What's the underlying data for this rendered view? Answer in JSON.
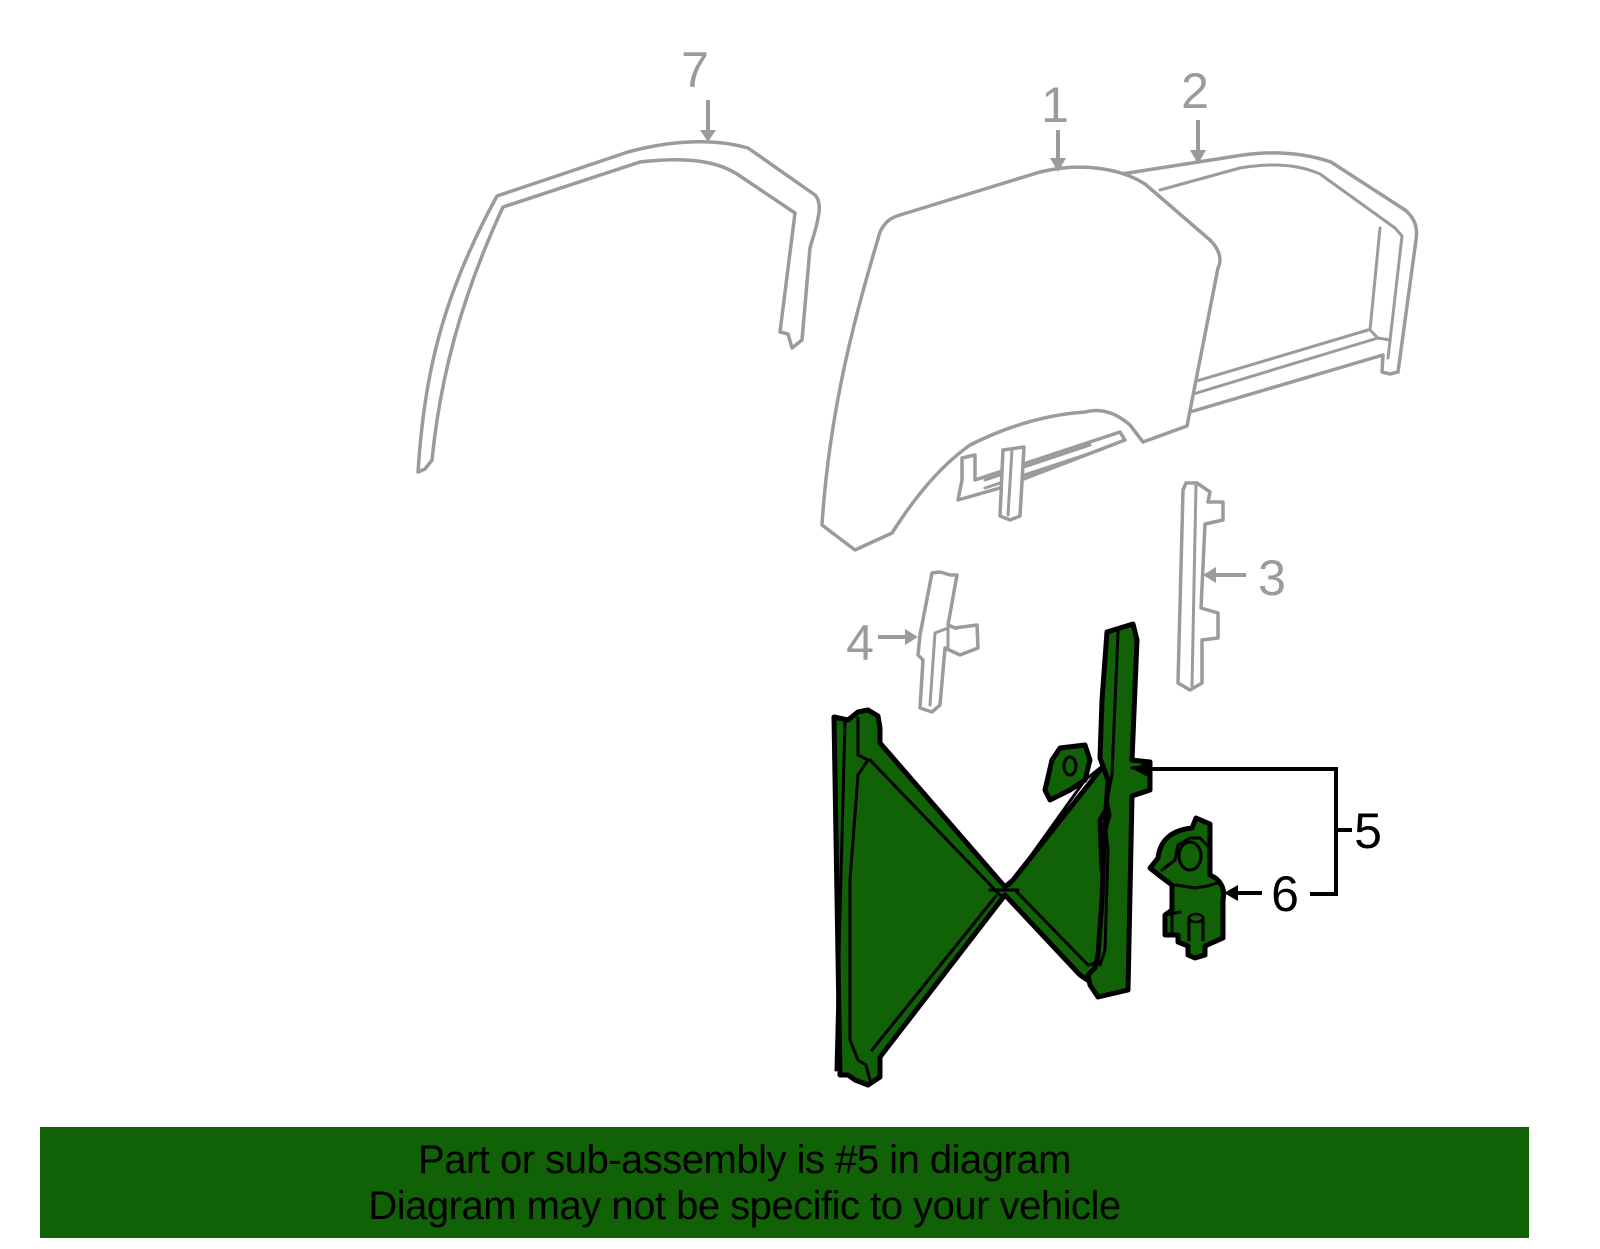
{
  "diagram": {
    "title": "Window regulator exploded parts diagram",
    "callouts": [
      {
        "number": "1",
        "part": "glass",
        "highlighted": false
      },
      {
        "number": "2",
        "part": "run-channel",
        "highlighted": false
      },
      {
        "number": "3",
        "part": "glass-guide-rear",
        "highlighted": false
      },
      {
        "number": "4",
        "part": "glass-guide-front",
        "highlighted": false
      },
      {
        "number": "5",
        "part": "regulator-assembly",
        "highlighted": true
      },
      {
        "number": "6",
        "part": "motor",
        "highlighted": true
      },
      {
        "number": "7",
        "part": "weatherstrip",
        "highlighted": false
      }
    ],
    "labels": {
      "c1": "1",
      "c2": "2",
      "c3": "3",
      "c4": "4",
      "c5": "5",
      "c6": "6",
      "c7": "7"
    },
    "colors": {
      "highlight": "#116106",
      "ghost_outline": "#9b9b9b",
      "part_outline": "#000000",
      "background": "#ffffff"
    }
  },
  "banner": {
    "line1": "Part or sub-assembly is #5 in diagram",
    "line2": "Diagram may not be specific to your vehicle",
    "background": "#116106"
  }
}
